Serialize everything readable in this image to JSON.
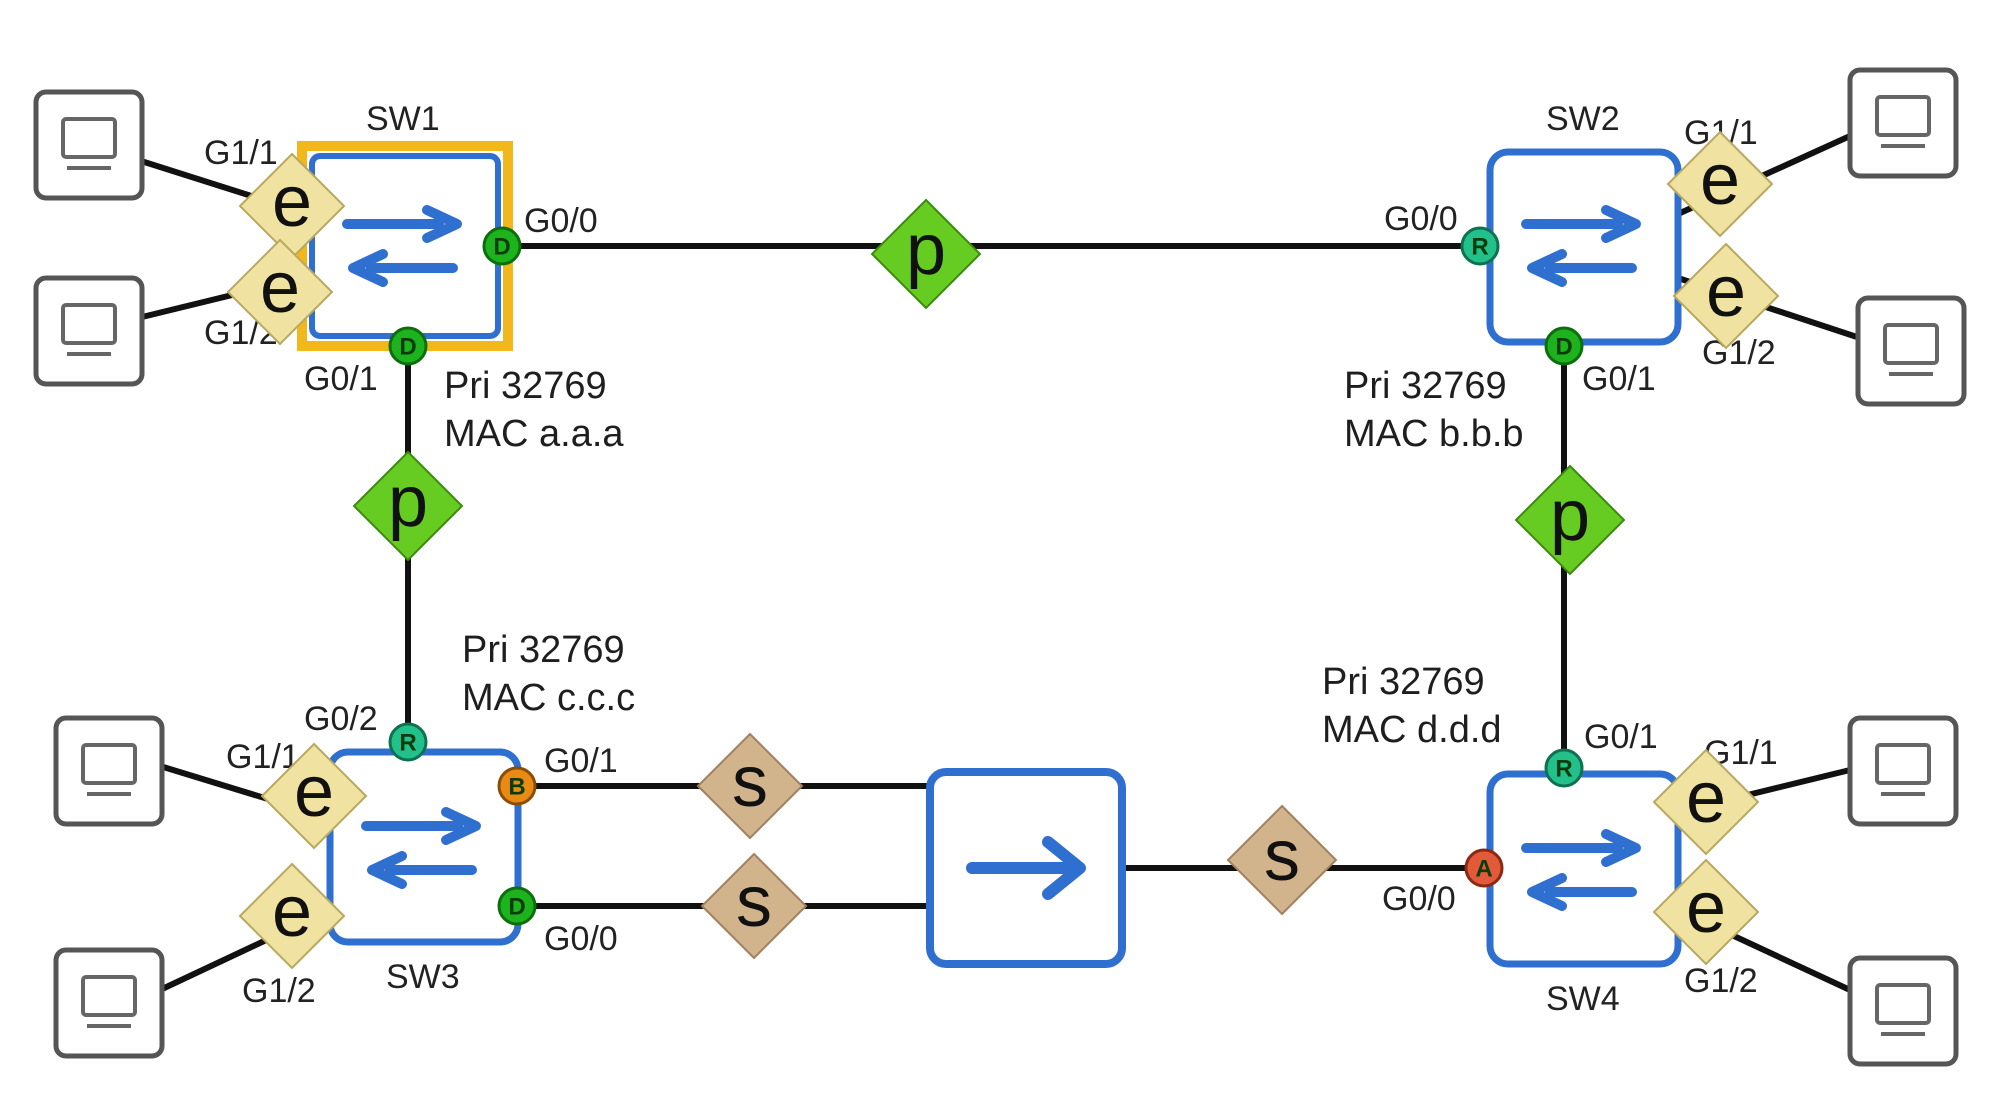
{
  "colors": {
    "switch_border": "#2f6fd0",
    "root_bridge_border": "#f2b71b",
    "link": "#111111",
    "portfast": "#f0e2a0",
    "p2p": "#66cc22",
    "shared": "#d2b48c",
    "state_designated": "#1db31d",
    "state_root": "#22c08a",
    "state_backup": "#e88a14",
    "state_alternate": "#e25a3a"
  },
  "switches": {
    "sw1": {
      "name": "SW1",
      "priority": "Pri 32769",
      "mac": "MAC a.a.a",
      "is_root_bridge": true
    },
    "sw2": {
      "name": "SW2",
      "priority": "Pri 32769",
      "mac": "MAC b.b.b"
    },
    "sw3": {
      "name": "SW3",
      "priority": "Pri 32769",
      "mac": "MAC c.c.c"
    },
    "sw4": {
      "name": "SW4",
      "priority": "Pri 32769",
      "mac": "MAC d.d.d"
    }
  },
  "hub": {
    "icon": "arrow-right-icon"
  },
  "ports": {
    "sw1_g11": "G1/1",
    "sw1_g12": "G1/2",
    "sw1_g00": "G0/0",
    "sw1_g01": "G0/1",
    "sw2_g11": "G1/1",
    "sw2_g12": "G1/2",
    "sw2_g00": "G0/0",
    "sw2_g01": "G0/1",
    "sw3_g11": "G1/1",
    "sw3_g12": "G1/2",
    "sw3_g02": "G0/2",
    "sw3_g01": "G0/1",
    "sw3_g00": "G0/0",
    "sw4_g11": "G1/1",
    "sw4_g12": "G1/2",
    "sw4_g01": "G0/1",
    "sw4_g00": "G0/0"
  },
  "port_states": {
    "sw1_g00": "D",
    "sw1_g01": "D",
    "sw2_g00": "R",
    "sw2_g01": "D",
    "sw3_g02": "R",
    "sw3_g01": "B",
    "sw3_g00": "D",
    "sw4_g01": "R",
    "sw4_g00": "A"
  },
  "link_types": {
    "edge": "e",
    "p2p": "p",
    "shared": "s"
  },
  "pc_icon": "computer-icon"
}
